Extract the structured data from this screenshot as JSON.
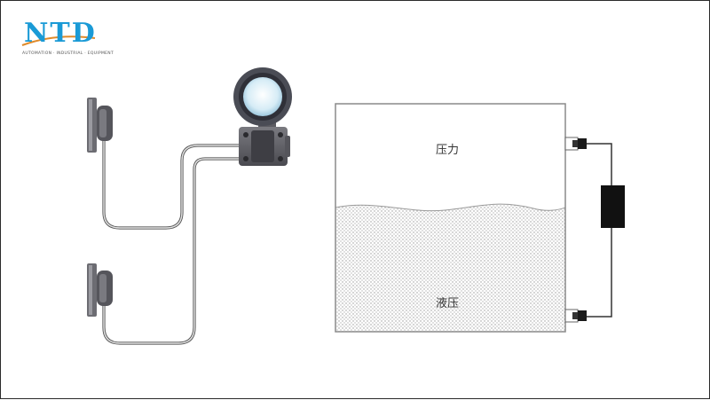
{
  "logo": {
    "brand": "NTD",
    "tagline": "AUTOMATION · INDUSTRIAL · EQUIPMENT",
    "brand_color": "#1a9ad6",
    "swoosh_color": "#e08a2a"
  },
  "tank": {
    "gas_label": "压力",
    "liquid_label": "液压"
  },
  "colors": {
    "line": "#777777",
    "tank_border": "#888888",
    "transmitter_body": "#5a5a60",
    "gauge_ring": "#4a4c55",
    "gauge_face": "#cfe6f2",
    "sensor_box": "#111111"
  }
}
